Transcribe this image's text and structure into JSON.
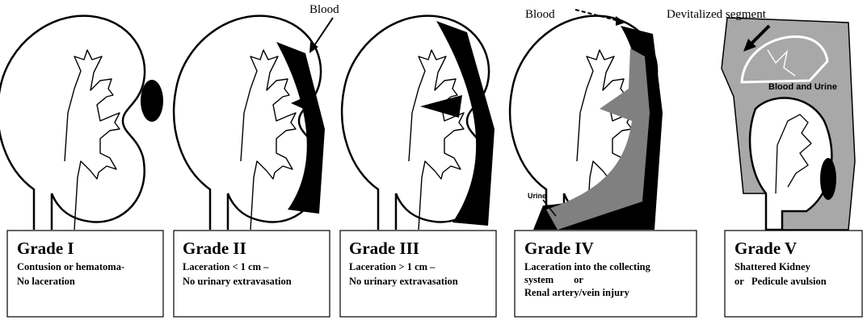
{
  "colors": {
    "blood": "#000000",
    "urine": "#808080",
    "devitalized": "#a8a8a8",
    "outline": "#000000"
  },
  "panels": [
    {
      "title": "Grade I",
      "lines": [
        "Contusion or hematoma-",
        "No laceration"
      ]
    },
    {
      "title": "Grade II",
      "lines": [
        "Laceration < 1 cm –",
        "No urinary extravasation"
      ]
    },
    {
      "title": "Grade III",
      "lines": [
        "Laceration > 1 cm –",
        "No urinary extravasation"
      ]
    },
    {
      "title": "Grade IV",
      "lines": [
        "Laceration into the collecting",
        "system        or",
        "Renal artery/vein injury"
      ]
    },
    {
      "title": "Grade V",
      "lines": [
        "Shattered Kidney",
        "or   Pedicule avulsion"
      ]
    }
  ],
  "callouts": {
    "grade2_blood": "Blood",
    "grade4_blood": "Blood",
    "grade4_urine": "Urine",
    "grade5_devitalized": "Devitalized segment",
    "grade5_blood_urine": "Blood and Urine"
  }
}
